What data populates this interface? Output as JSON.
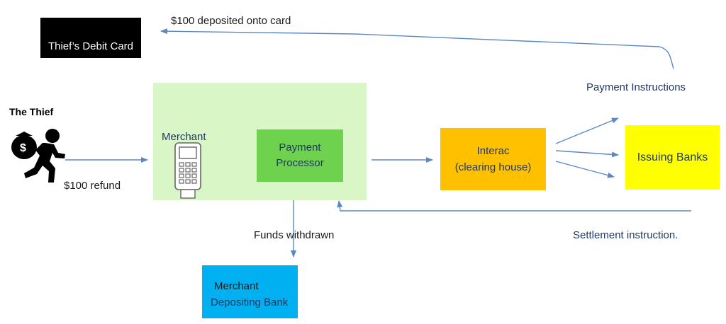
{
  "colors": {
    "card_bg": "#000000",
    "merchant_area": "#d9f7c6",
    "processor": "#6fd24f",
    "interac": "#ffc000",
    "issuing": "#ffff00",
    "depositing_bank": "#00b0f0",
    "arrow": "#5b87c6"
  },
  "labels": {
    "deposited": "$100 deposited onto card",
    "debit_card": "Thief’s Debit Card",
    "the_thief": "The Thief",
    "refund": "$100 refund",
    "merchant": "Merchant",
    "processor_line1": "Payment",
    "processor_line2": "Processor",
    "interac_line1": "Interac",
    "interac_line2": "(clearing house)",
    "issuing_banks": "Issuing Banks",
    "payment_instructions": "Payment Instructions",
    "settlement": "Settlement instruction.",
    "funds_withdrawn": "Funds withdrawn",
    "bank_line1": "Merchant",
    "bank_line2": "Depositing Bank"
  },
  "icons": {
    "thief": "running-thief-icon",
    "terminal": "card-terminal-icon"
  }
}
